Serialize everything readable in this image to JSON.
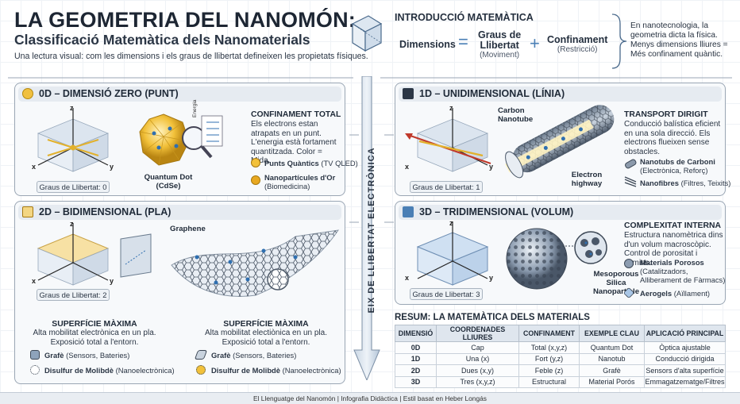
{
  "header": {
    "title": "LA GEOMETRIA DEL NANOMÓN:",
    "subtitle": "Classificació Matemàtica dels Nanomaterials",
    "lead": "Una lectura visual: com les dimensions i els graus de llibertat defineixen les propietats físiques."
  },
  "intro": {
    "title": "INTRODUCCIÓ MATEMÀTICA",
    "term1": "Dimensions",
    "eq": "=",
    "term2_a": "Graus de",
    "term2_b": "Llibertat",
    "term2_sub": "(Moviment)",
    "plus": "+",
    "term3": "Confinament",
    "term3_sub": "(Restricció)",
    "note": "En nanotecnologia, la geometria dicta la física. Menys dimensions lliures = Més confinament quàntic."
  },
  "axis_label": "EIX DE LLIBERTAT ELECTRÒNICA",
  "axis_letters": {
    "x": "x",
    "y": "y",
    "z": "z"
  },
  "panel_0d": {
    "title": "0D – DIMENSIÓ ZERO (PUNT)",
    "dof": "Graus de Llibertat: 0",
    "object_a": "Quantum Dot",
    "object_b": "(CdSe)",
    "energy": "Energia",
    "heading": "CONFINAMENT TOTAL",
    "text": "Els electrons estan atrapats en un punt. L'energia està fortament quantitzada. Color = Mida.",
    "ex1_name": "Punts Quàntics",
    "ex1_use": "(TV QLED)",
    "ex2_name": "Nanopartícules d'Or",
    "ex2_use": "(Biomedicina)"
  },
  "panel_1d": {
    "title": "1D – UNIDIMENSIONAL (LÍNIA)",
    "dof": "Graus de Llibertat: 1",
    "tube_a": "Carbon",
    "tube_b": "Nanotube",
    "hw_a": "Electron",
    "hw_b": "highway",
    "heading": "TRANSPORT DIRIGIT",
    "text": "Conducció balística eficient en una sola direcció. Els electrons flueixen sense obstacles.",
    "ex1_name": "Nanotubs de Carboni",
    "ex1_use": "(Electrònica, Reforç)",
    "ex2_name": "Nanofibres",
    "ex2_use": "(Filtres, Teixits)"
  },
  "panel_2d": {
    "title": "2D – BIDIMENSIONAL (PLA)",
    "dof": "Graus de Llibertat: 2",
    "graphene": "Graphene",
    "left": {
      "heading": "SUPERFÍCIE MÀXIMA",
      "text_a": "Alta mobilitat electrònica en un pla.",
      "text_b": "Exposició total a l'entorn.",
      "ex1_name": "Grafè",
      "ex1_use": "(Sensors, Bateries)",
      "ex2_name": "Disulfur de Molibdè",
      "ex2_use": "(Nanoelectrònica)"
    },
    "right": {
      "heading": "SUPERFÍCIE MÀXIMA",
      "text_a": "Alta mobilitat electiònica en un pla.",
      "text_b": "Exposició total a l'entorn.",
      "ex1_name": "Grafè",
      "ex1_use": "(Sensors, Bateries)",
      "ex2_name": "Disulfur de Molibdè",
      "ex2_use": "(Nanoelectrònica)"
    }
  },
  "panel_3d": {
    "title": "3D – TRIDIMENSIONAL (VOLUM)",
    "dof": "Graus de Llibertat: 3",
    "particle_a": "Mesoporous",
    "particle_b": "Silica",
    "particle_c": "Nanoparticle",
    "heading": "COMPLEXITAT INTERNA",
    "text": "Estructura nanomètrica dins d'un volum macroscòpic. Control de porositat i camins.",
    "ex1_name": "Materials Porosos",
    "ex1_use_a": "(Catalitzadors,",
    "ex1_use_b": "Alliberament de Fàrmacs)",
    "ex2_name": "Aerogels",
    "ex2_use": "(Aïllament)"
  },
  "summary": {
    "title": "RESUM: LA MATEMÀTICA DELS MATERIALS",
    "columns": [
      "DIMENSIÓ",
      "COORDENADES LLIURES",
      "CONFINAMENT",
      "EXEMPLE CLAU",
      "APLICACIÓ PRINCIPAL"
    ],
    "rows": [
      [
        "0D",
        "Cap",
        "Total (x,y,z)",
        "Quantum Dot",
        "Òptica ajustable"
      ],
      [
        "1D",
        "Una (x)",
        "Fort (y,z)",
        "Nanotub",
        "Conducció dirigida"
      ],
      [
        "2D",
        "Dues (x,y)",
        "Feble (z)",
        "Grafè",
        "Sensors d'alta superfície"
      ],
      [
        "3D",
        "Tres (x,y,z)",
        "Estructural",
        "Material Porós",
        "Emmagatzematge/Filtres"
      ]
    ]
  },
  "footer": "El Llenguatge del Nanomón | Infografia Didàctica | Estil basat en Heber Longás",
  "colors": {
    "accent_blue": "#4a7fb5",
    "gold": "#f0c040",
    "panel_border": "#9aa6b4",
    "header_fill": "#e6ebf1"
  }
}
